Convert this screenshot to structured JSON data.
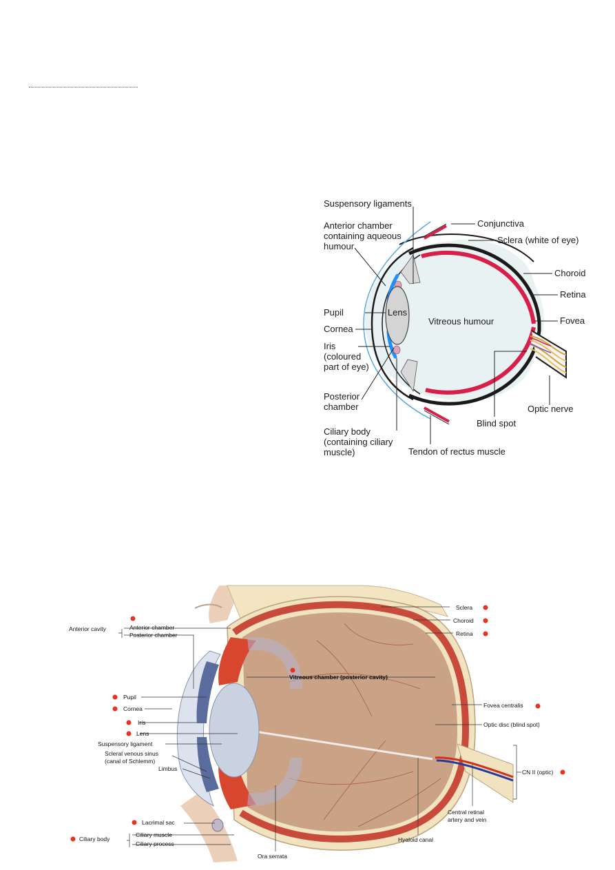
{
  "diagram1": {
    "labels": {
      "suspensory_ligaments": "Suspensory ligaments",
      "anterior_chamber": [
        "Anterior chamber",
        "containing aqueous",
        "humour"
      ],
      "pupil": "Pupil",
      "cornea": "Cornea",
      "iris": [
        "Iris",
        "(coloured",
        "part of eye)"
      ],
      "posterior_chamber": [
        "Posterior",
        "chamber"
      ],
      "ciliary_body": [
        "Ciliary body",
        "(containing ciliary",
        "muscle)"
      ],
      "tendon": "Tendon of rectus muscle",
      "conjunctiva": "Conjunctiva",
      "sclera": "Sclera (white of eye)",
      "choroid": "Choroid",
      "retina": "Retina",
      "fovea": "Fovea",
      "optic_nerve": "Optic nerve",
      "blind_spot": "Blind spot",
      "lens": "Lens",
      "vitreous_humour": "Vitreous humour"
    },
    "colors": {
      "sclera": "#1a1a1a",
      "choroid": "#d81f4a",
      "cornea_line": "#5aa8e0",
      "iris": "#1e90ff",
      "vitreous": "#e9f2f3"
    }
  },
  "diagram2": {
    "labels": {
      "anterior_cavity": "Anterior cavity",
      "anterior_chamber": "Anterior chamber",
      "posterior_chamber": "Posterior chamber",
      "vitreous_chamber": "Vitreous chamber (posterior cavity)",
      "pupil": "Pupil",
      "cornea": "Cornea",
      "iris": "Iris",
      "lens": "Lens",
      "suspensory_ligament": "Suspensory ligament",
      "scleral_venous_sinus": [
        "Scleral venous sinus",
        "(canal of Schlemm)"
      ],
      "limbus": "Limbus",
      "lacrimal_sac": "Lacrimal sac",
      "ciliary_body": "Ciliary body",
      "ciliary_muscle": "Ciliary muscle",
      "ciliary_process": "Ciliary process",
      "ora_serrata": "Ora serrata",
      "hyaloid_canal": "Hyaloid canal",
      "sclera": "Sclera",
      "choroid": "Choroid",
      "retina": "Retina",
      "fovea_centralis": "Fovea centralis",
      "optic_disc": "Optic disc (blind spot)",
      "cn_ii": "CN II (optic)",
      "central_retinal": [
        "Central retinal",
        "artery and vein"
      ]
    },
    "colors": {
      "marker": "#e8321e",
      "sclera": "#f1e3bf",
      "choroid": "#c84a3a",
      "vitreous": "#caa386"
    }
  }
}
